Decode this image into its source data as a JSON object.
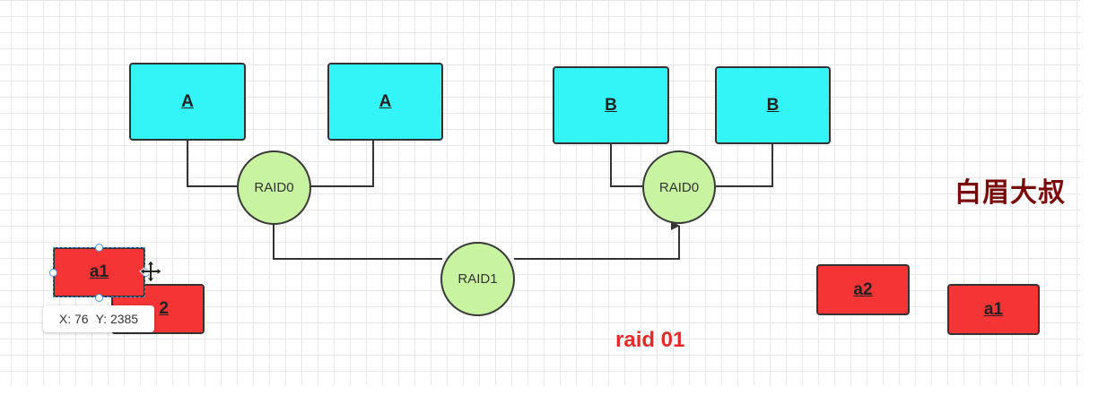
{
  "diagram": {
    "mirror_a": {
      "left_label": "A",
      "right_label": "A",
      "raid_label": "RAID0"
    },
    "mirror_b": {
      "left_label": "B",
      "right_label": "B",
      "raid_label": "RAID0"
    },
    "top_raid_label": "RAID1",
    "dragged_blocks": {
      "front_label": "a1",
      "back_label": "2"
    },
    "position_tooltip": {
      "x": "X: 76",
      "y": "Y: 2385"
    },
    "right_blocks": {
      "a2_label": "a2",
      "a1_label": "a1"
    },
    "caption": "raid 01",
    "watermark": "白眉大叔"
  },
  "colors": {
    "disk_cyan": "#33f4f6",
    "block_red": "#f53535",
    "raid_green": "#c8f3a0",
    "caption_red": "#e52828",
    "watermark_darkred": "#7a0a0a",
    "selection_blue": "#4a90e2"
  }
}
